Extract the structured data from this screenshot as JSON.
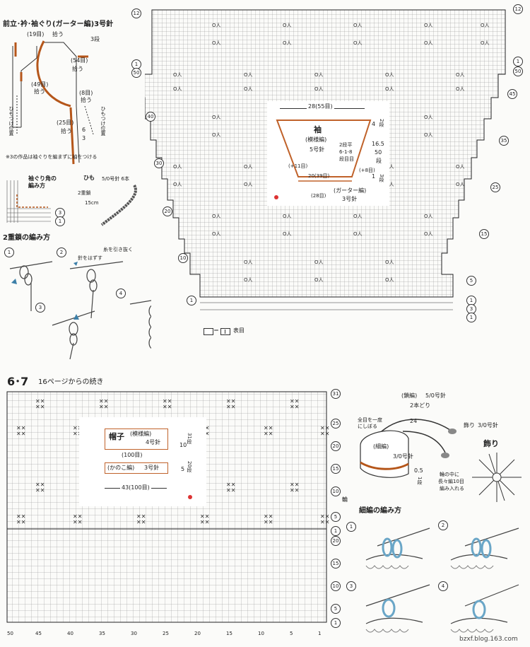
{
  "top_left": {
    "title": "前立･衿･袖ぐり(ガーター編)3号針",
    "labels": {
      "l19": "(19目)",
      "l19b": "拾う",
      "l3a": "3段",
      "l54": "(54目)",
      "l54b": "拾う",
      "l49": "(49目)",
      "l49b": "拾う",
      "l8": "(8目)",
      "l8b": "拾う",
      "l25": "(25目)",
      "l25b": "拾う",
      "himo_left": "ひもつけ位置",
      "himo_right": "ひもつけ位置",
      "l6": "6",
      "l3b": "3"
    },
    "note": "※3の作品は袖ぐりを編まずに袖をつける",
    "sodekuri_title": "袖ぐり角の編み方",
    "himo_title": "ひも",
    "himo_needle": "5/0号針 6本",
    "himo_chain": "2重鎖",
    "himo_len": "15cm",
    "circ3": "3",
    "circ1": "1",
    "double_chain_title": "2重鎖の編み方",
    "step1": "1",
    "step2": "2",
    "step3": "3",
    "step4": "4",
    "step2_a": "針をはずす",
    "step2_b": "糸を引き抜く"
  },
  "top_chart": {
    "left_markers": [
      "12",
      "1",
      "50",
      "40",
      "30",
      "20",
      "10",
      "1"
    ],
    "right_markers": [
      "12",
      "1",
      "50",
      "45",
      "35",
      "25",
      "15",
      "5",
      "1",
      "3",
      "1"
    ],
    "legend": "表目",
    "legend_eq": "＝"
  },
  "sleeve_box": {
    "width": "28(55目)",
    "title": "袖",
    "pattern": "(模様編)",
    "needle": "5号針",
    "rows_a": "4",
    "rows_a_unit": "2段",
    "dec": "2段平",
    "dec2": "6-1-8",
    "dec3": "段目目",
    "length": "16.5",
    "length2": "50",
    "length3": "段",
    "plus11": "(+11目)",
    "plus8": "(+8目)",
    "base": "20(39目)",
    "rows_b": "1",
    "rows_b_unit": "3段",
    "garter_w": "(28目)",
    "garter": "(ガーター編)",
    "garter_needle": "3号針"
  },
  "section2": {
    "title_num": "6･7",
    "title_text": "16ページからの続き"
  },
  "bottom_chart": {
    "right_markers": [
      "31",
      "25",
      "20",
      "15",
      "10",
      "5",
      "1",
      "20",
      "15",
      "10",
      "5",
      "1"
    ],
    "ring_label": "輪",
    "x_axis": [
      "50",
      "45",
      "40",
      "35",
      "30",
      "25",
      "20",
      "15",
      "10",
      "5",
      "1"
    ]
  },
  "hat_box": {
    "title": "帽子",
    "pattern": "(模様編)",
    "needle": "4号針",
    "rows": "10",
    "rows_unit": "31段",
    "stitches100a": "(100目)",
    "kanoko": "(かのこ編)",
    "kanoko_needle": "3号針",
    "rows_b": "5",
    "rows_b_unit": "20段",
    "width": "43(100目)"
  },
  "hat_diagram": {
    "chain": "(鎖編)",
    "chain_needle": "5/0号針",
    "chain_strands": "2本どり",
    "gather": "全目を一度にしぼる",
    "num24": "24",
    "deco": "飾り",
    "deco_needle": "3/0号針",
    "hoso": "(細編)",
    "hoso_needle": "3/0号針",
    "dim": "0.5",
    "dim2": "1段",
    "deco_title": "飾り",
    "deco_note1": "輪の中に",
    "deco_note2": "長々編10目",
    "deco_note3": "編み入れる"
  },
  "hoso_howto": {
    "title": "細編の編み方",
    "s1": "1",
    "s2": "2",
    "s3": "3",
    "s4": "4"
  },
  "footer": {
    "url": "bzxf.blog.163.com"
  }
}
